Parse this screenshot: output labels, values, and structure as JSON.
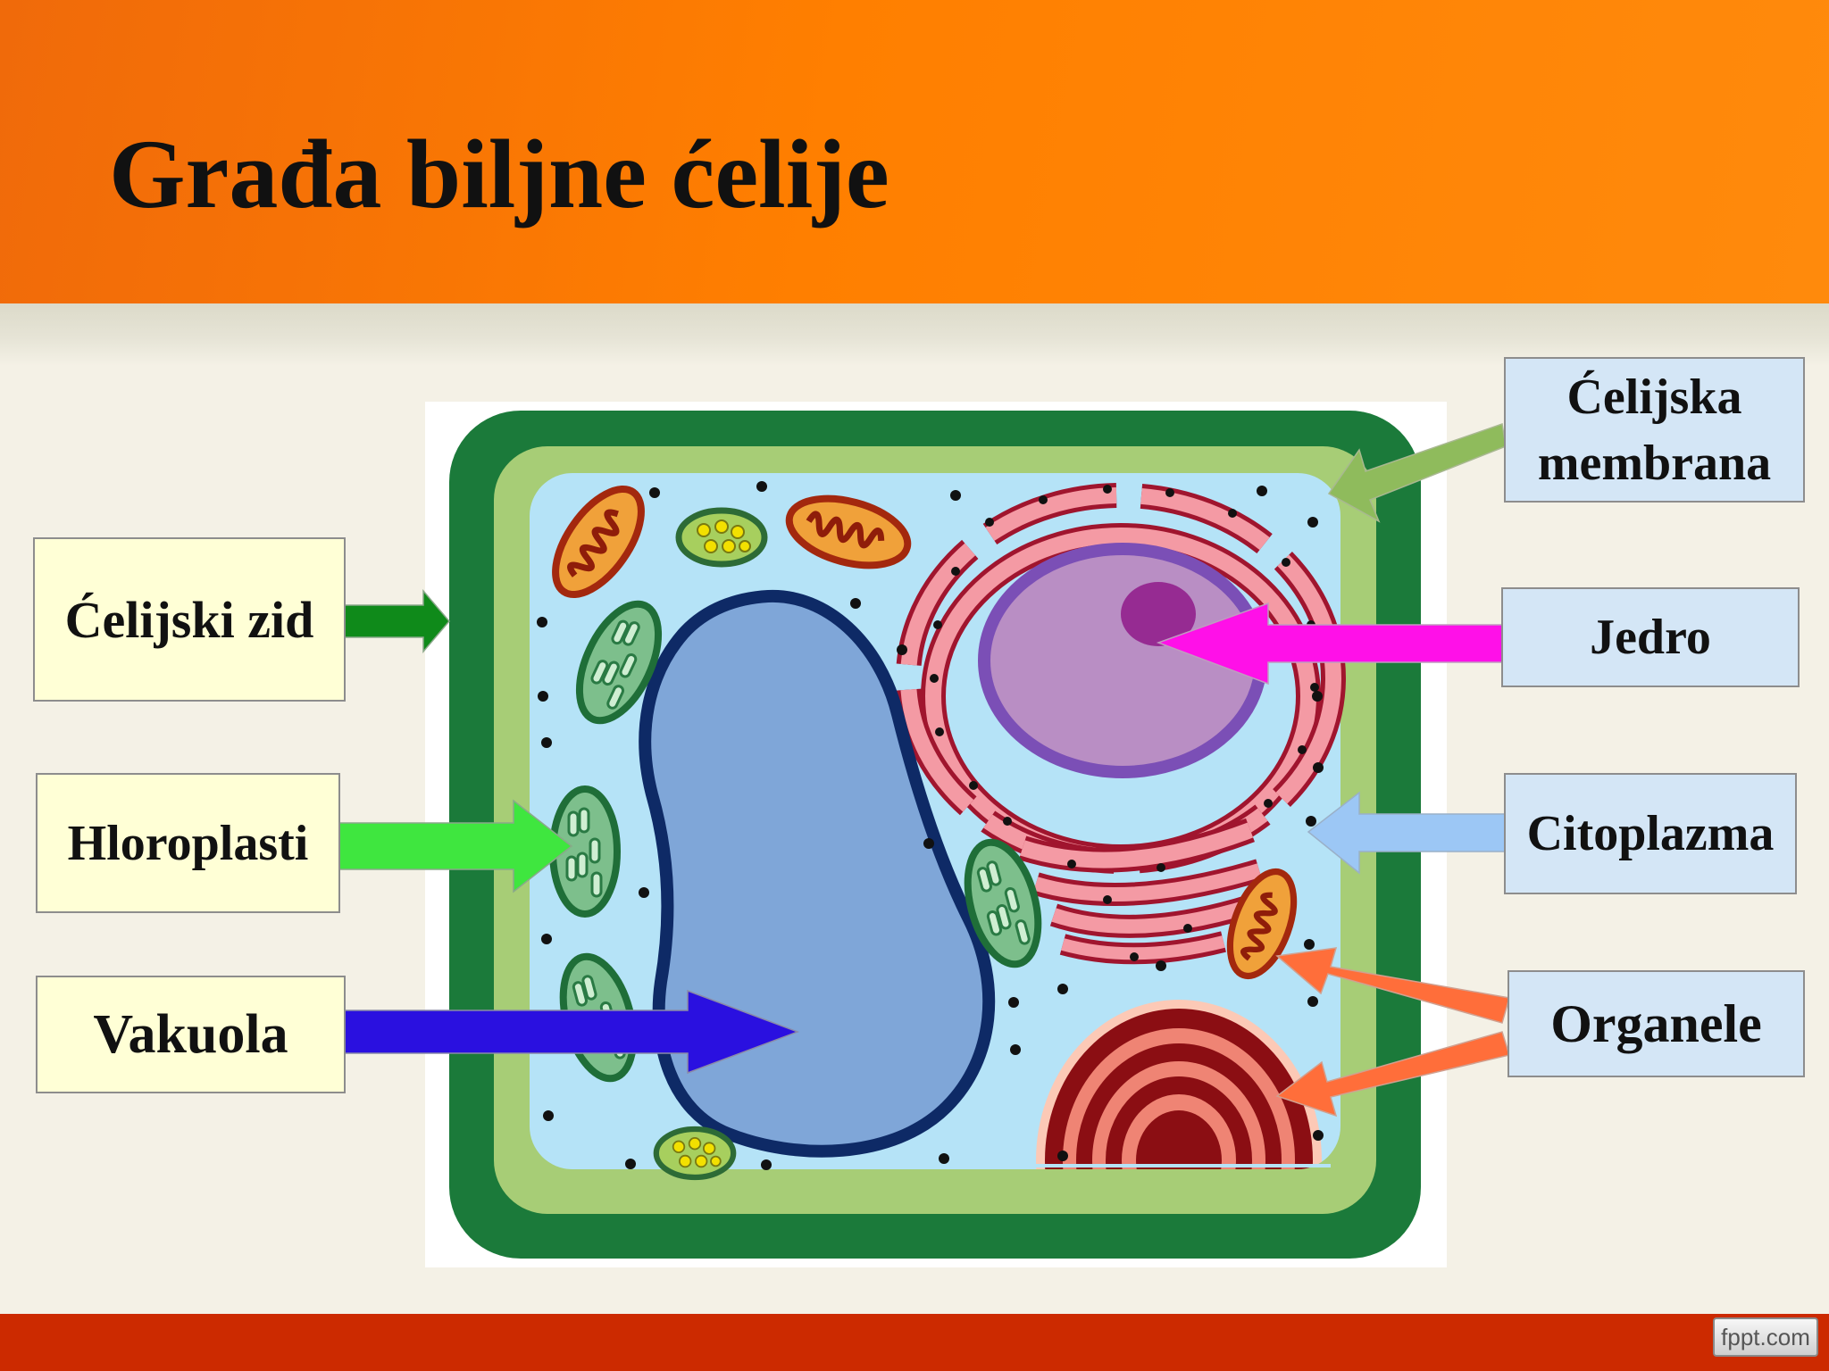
{
  "slide": {
    "title": "Građa biljne ćelije",
    "logo_text": "fppt.com"
  },
  "labels": {
    "cell_wall": "Ćelijski zid",
    "chloroplasts": "Hloroplasti",
    "vacuole": "Vakuola",
    "cell_membrane_line1": "Ćelijska",
    "cell_membrane_line2": "membrana",
    "nucleus": "Jedro",
    "cytoplasm": "Citoplazma",
    "organelles": "Organele"
  },
  "colors": {
    "header_orange": "#ff7f00",
    "footer_red": "#cc2a00",
    "cell_wall": "#1b7a3a",
    "cell_membrane": "#a7cd76",
    "cytoplasm": "#b5e3f7",
    "vacuole": "#7fa6d8",
    "nucleus": "#b98ec4",
    "arrow_cell_wall": "#0f8a1a",
    "arrow_chloroplasts": "#3fe63f",
    "arrow_vacuole": "#2a10e0",
    "arrow_membrane": "#8fbb5c",
    "arrow_nucleus": "#ff10e8",
    "arrow_cytoplasm": "#9cc7f5",
    "arrow_organelles": "#ff6e3a"
  }
}
